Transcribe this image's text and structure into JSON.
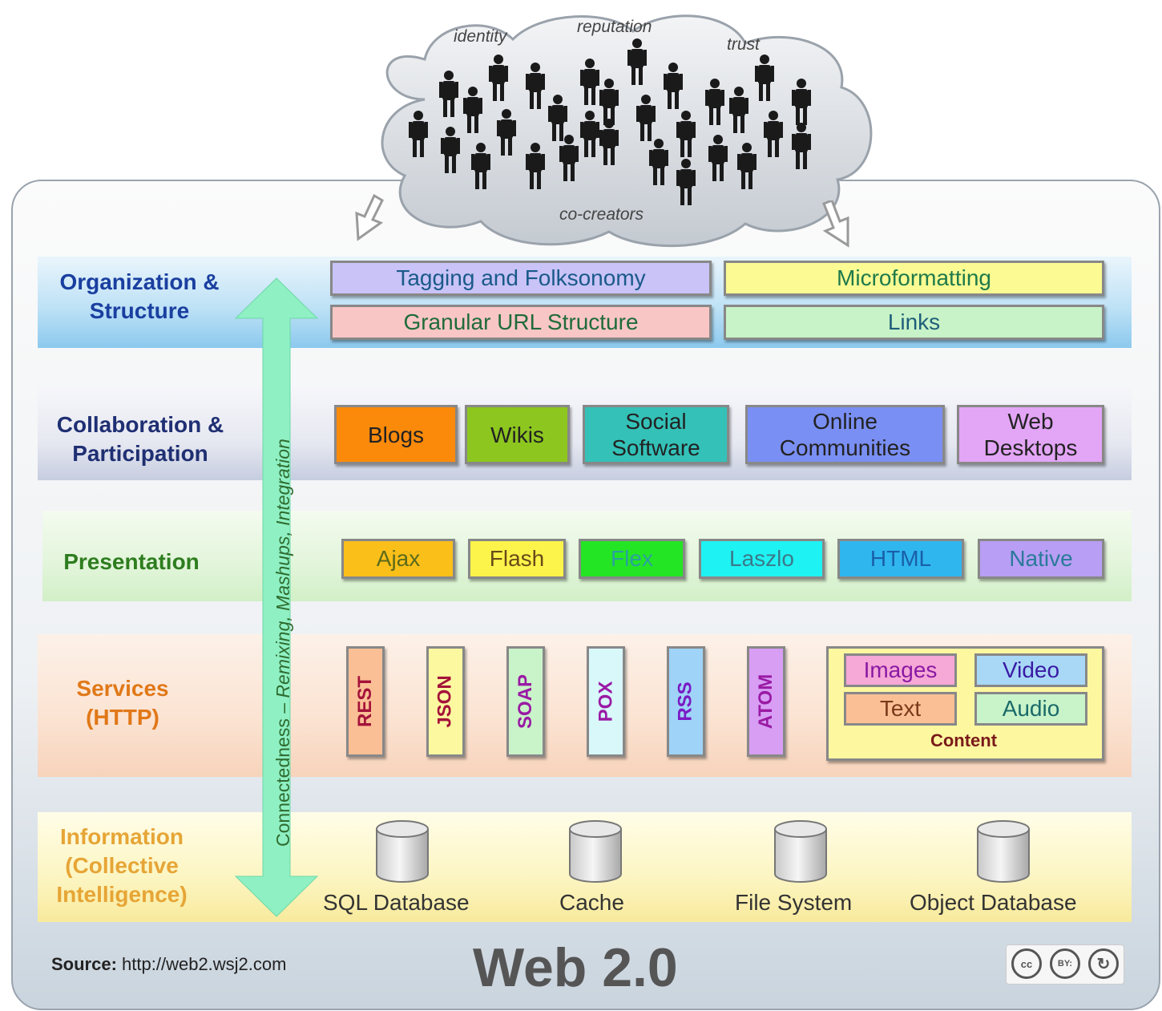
{
  "cloud": {
    "words": [
      "identity",
      "reputation",
      "trust",
      "co-creators"
    ]
  },
  "layers": {
    "organization": {
      "label_line1": "Organization &",
      "label_line2": "Structure",
      "items": [
        "Tagging and Folksonomy",
        "Microformatting",
        "Granular URL Structure",
        "Links"
      ]
    },
    "collaboration": {
      "label_line1": "Collaboration &",
      "label_line2": "Participation",
      "items": [
        {
          "line1": "Blogs",
          "line2": ""
        },
        {
          "line1": "Wikis",
          "line2": ""
        },
        {
          "line1": "Social",
          "line2": "Software"
        },
        {
          "line1": "Online",
          "line2": "Communities"
        },
        {
          "line1": "Web",
          "line2": "Desktops"
        }
      ]
    },
    "presentation": {
      "label": "Presentation",
      "items": [
        "Ajax",
        "Flash",
        "Flex",
        "Laszlo",
        "HTML",
        "Native"
      ]
    },
    "services": {
      "label_line1": "Services",
      "label_line2": "(HTTP)",
      "items": [
        "REST",
        "JSON",
        "SOAP",
        "POX",
        "RSS",
        "ATOM"
      ],
      "content": {
        "label": "Content",
        "items": [
          "Images",
          "Video",
          "Text",
          "Audio"
        ]
      }
    },
    "information": {
      "label_line1": "Information",
      "label_line2": "(Collective",
      "label_line3": "Intelligence)",
      "items": [
        "SQL Database",
        "Cache",
        "File System",
        "Object Database"
      ]
    }
  },
  "vertical_axis": {
    "prefix": "Connectedness – ",
    "emphasis": "Remixing, Mashups, Integration"
  },
  "footer": {
    "source_label": "Source:",
    "source_url": "http://web2.wsj2.com",
    "title": "Web 2.0",
    "license": [
      "cc",
      "BY:",
      "↻"
    ]
  },
  "colors": {
    "tagging": "#c9c3f7",
    "microformatting": "#fbfa93",
    "granular": "#f9c6c6",
    "links": "#c8f3c8",
    "blogs": "#fb8a0b",
    "wikis": "#8dc61f",
    "social": "#34c1b8",
    "online": "#7a8ff3",
    "web": "#e3a5f6",
    "ajax": "#fbbf1a",
    "flash": "#fcf44a",
    "flex": "#24e524",
    "laszlo": "#1ff2f2",
    "html": "#30b6ef",
    "native": "#b89ef4"
  }
}
